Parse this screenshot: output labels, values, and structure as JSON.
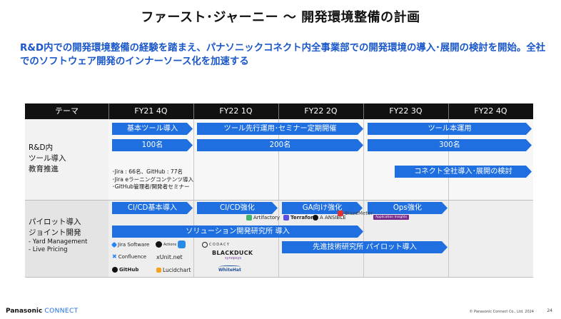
{
  "title": "ファースト･ジャーニー 〜 開発環境整備の計画",
  "subtitle": "R&D内での開発環境整備の経験を踏まえ、パナソニックコネクト内全事業部での開発環境の導入･展開の検討を開始。全社でのソフトウェア開発のインナーソース化を加速する",
  "table": {
    "headers": [
      "テーマ",
      "FY21 4Q",
      "FY22 1Q",
      "FY22 2Q",
      "FY22 3Q",
      "FY22 4Q"
    ]
  },
  "row1": {
    "label_lines": [
      "R&D内",
      "ツール導入",
      "教育推進"
    ],
    "arrow_basic_tool": "基本ツール導入",
    "arrow_pilot_ops": "ツール先行運用･セミナー定期開催",
    "arrow_tool_ops": "ツール本運用",
    "arrow_100": "100名",
    "arrow_200": "200名",
    "arrow_300": "300名",
    "notes": [
      "･Jira : 66名、GitHub : 77名",
      "･Jira eラーニングコンテンツ導入",
      "･GitHub管理者/開発者セミナー"
    ],
    "arrow_company": "コネクト全社導入･展開の検討"
  },
  "row2": {
    "label_lines": [
      "パイロット導入",
      "ジョイント開発"
    ],
    "label_bullets": [
      "- Yard Management",
      "- Live Pricing"
    ],
    "arrow_cicd_basic": "CI/CD基本導入",
    "arrow_cicd_strong": "CI/CD強化",
    "arrow_ga": "GA向け強化",
    "arrow_ops": "Ops強化",
    "arrow_solution": "ソリューション開発研究所 導入",
    "arrow_advanced": "先進技術研究所 パイロット導入",
    "logos": {
      "artifactory": "Artifactory",
      "terraform": "Terraform",
      "ansible": "A  ANSIBLE",
      "blazemeter": "BlazeMeter",
      "appinsights": "Application Insights",
      "jira": "Jira Software",
      "actions": "Actions",
      "confluence": "Confluence",
      "unitnet": "xUnit.net",
      "github": "GitHub",
      "lucidchart": "Lucidchart",
      "codacy": "CODACY",
      "blackduck": "BLACKDUCK",
      "synopsys": "synopsys",
      "whitehat": "WhiteHat"
    }
  },
  "footer": {
    "brand": "Panasonic",
    "connect": "CONNECT",
    "copyright": "© Panasonic Connect Co., Ltd. 2024",
    "page": "24"
  },
  "colors": {
    "accent": "#1f6fe0",
    "subtitle": "#1a57c9",
    "header_bg": "#111111"
  }
}
